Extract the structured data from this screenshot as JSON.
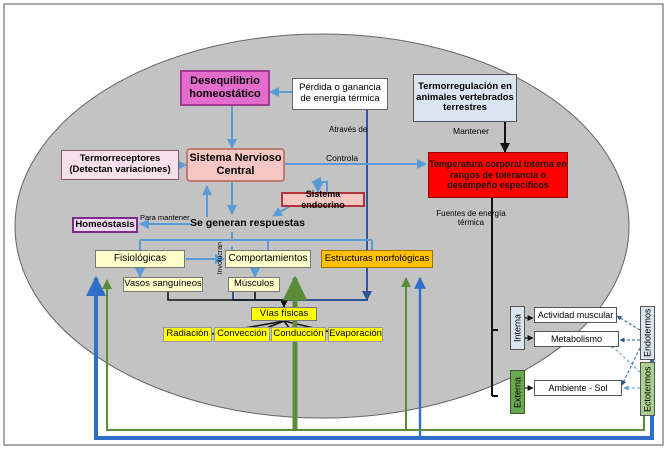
{
  "nodes": {
    "desequilibrio": "Desequilibrio homeostático",
    "perdida": "Pérdida o ganancia de energía térmica",
    "termorregulacion": "Termorregulación en animales vertebrados terrestres",
    "termorreceptores": "Termorreceptores (Detectan variaciones)",
    "snc": "Sistema Nervioso Central",
    "temperatura": "Temperatura corporal interna en rangos de tolerancia o desempeño específicos",
    "endocrino": "Sistema endocrino",
    "homeostasis": "Homeóstasis",
    "respuestas": "Se generan respuestas",
    "fisiologicas": "Fisiológicas",
    "comportamientos": "Comportamientos",
    "estructuras": "Estructuras morfológicas",
    "vasos": "Vasos sanguíneos",
    "musculos": "Músculos",
    "vias": "Vías físicas",
    "radiacion": "Radiación",
    "conveccion": "Convección",
    "conduccion": "Conducción",
    "evaporacion": "Evaporación",
    "interna": "Interna",
    "externa": "Externa",
    "actividad": "Actividad muscular",
    "metabolismo": "Metabolismo",
    "ambiente": "Ambiente - Sol",
    "endotermos": "Endotermos",
    "ectotermos": "Ectotermos"
  },
  "edge_labels": {
    "atraves": "Através de",
    "controla": "Controla",
    "mantener": "Mantener",
    "para_mantener": "Para mantener",
    "fuentes": "Fuentes de energía térmica",
    "involucran": "Involucran"
  },
  "colors": {
    "ellipse": "#c3c3c3",
    "arrow_blue": "#5b9bd5",
    "arrow_dark_blue": "#2f5597",
    "arrow_green": "#5b8c3a",
    "yellow": "#ffff00",
    "red": "#ff0000",
    "magenta": "#e46ccd",
    "pink": "#f4c7c3"
  }
}
